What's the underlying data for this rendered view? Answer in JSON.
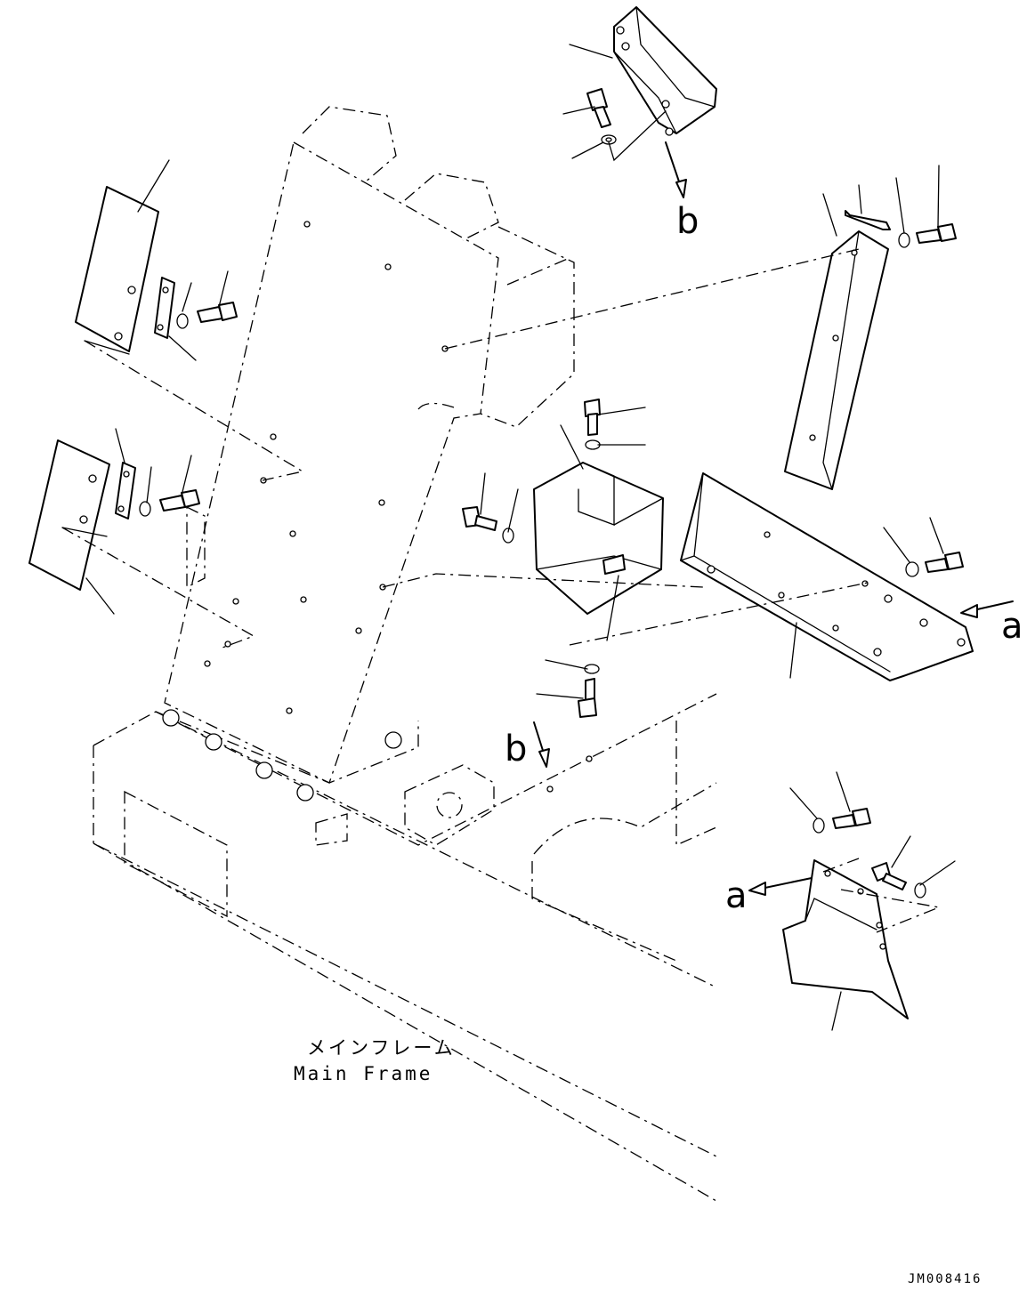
{
  "labels": {
    "main_frame_jp": "メインフレーム",
    "main_frame_en": "Main Frame",
    "drawing_code": "JM008416",
    "ref_a": "a",
    "ref_b": "b"
  },
  "colors": {
    "line": "#000000",
    "background": "#ffffff"
  }
}
